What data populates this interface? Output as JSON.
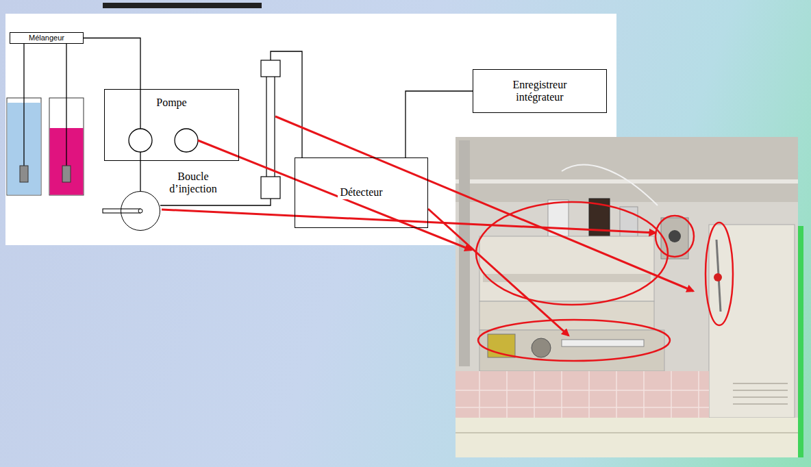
{
  "diagram": {
    "nodes": [
      {
        "text": [
          "Mélangeur"
        ]
      },
      {
        "text": [
          "Pompe"
        ]
      },
      {
        "text": [
          "Boucle d’injection"
        ]
      },
      {
        "text": [
          "Détecteur"
        ]
      },
      {
        "text": [
          "Enregistreur intégrateur"
        ]
      }
    ],
    "edges": [
      {
        "from": 0,
        "to": 1,
        "arrow": "none"
      },
      {
        "from": 1,
        "to": 2,
        "arrow": "none"
      },
      {
        "from": 3,
        "to": 4,
        "arrow": "none"
      }
    ]
  }
}
